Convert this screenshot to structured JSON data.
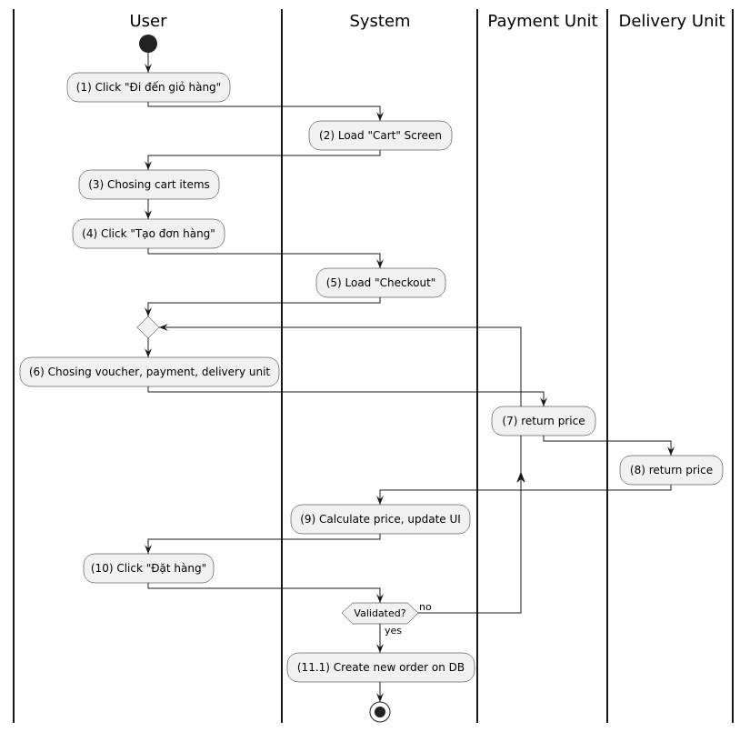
{
  "lanes": [
    "User",
    "System",
    "Payment Unit",
    "Delivery Unit"
  ],
  "activities": [
    "(1) Click \"Đi đến giỏ hàng\"",
    "(2) Load \"Cart\" Screen",
    "(3) Chosing cart items",
    "(4) Click \"Tạo đơn hàng\"",
    "(5) Load \"Checkout\"",
    "(6) Chosing voucher, payment, delivery unit",
    "(7) return price",
    "(8) return price",
    "(9) Calculate price, update UI",
    "(10) Click \"Đặt hàng\"",
    "(11.1) Create new order on DB"
  ],
  "decision": {
    "label": "Validated?",
    "no_label": "no",
    "yes_label": "yes"
  },
  "colors": {
    "activity_fill": "#F1F1F1",
    "line": "#181818",
    "start_end": "#222222"
  }
}
